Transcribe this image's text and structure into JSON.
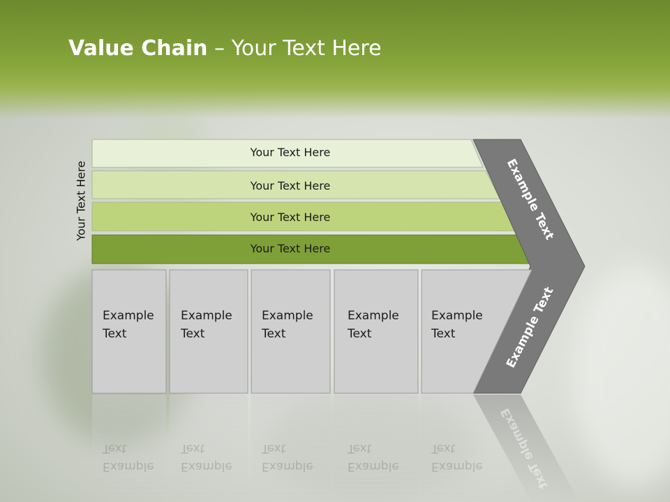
{
  "title": {
    "bold": "Value Chain",
    "rest": " – Your Text Here"
  },
  "side_label": "Your Text Here",
  "bands": [
    {
      "label": "Your Text Here",
      "color": "#e9f0d8"
    },
    {
      "label": "Your Text Here",
      "color": "#d6e4b0"
    },
    {
      "label": "Your Text Here",
      "color": "#bdd47c"
    },
    {
      "label": "Your Text Here",
      "color": "#7fa038"
    }
  ],
  "boxes": [
    {
      "line1": "Example",
      "line2": "Text"
    },
    {
      "line1": "Example",
      "line2": "Text"
    },
    {
      "line1": "Example",
      "line2": "Text"
    },
    {
      "line1": "Example",
      "line2": "Text"
    },
    {
      "line1": "Example",
      "line2": "Text"
    }
  ],
  "arrow": {
    "upper_label": "Example Text",
    "lower_label": "Example Text",
    "color": "#7a7a7a",
    "box_color": "#cfcfcf"
  }
}
